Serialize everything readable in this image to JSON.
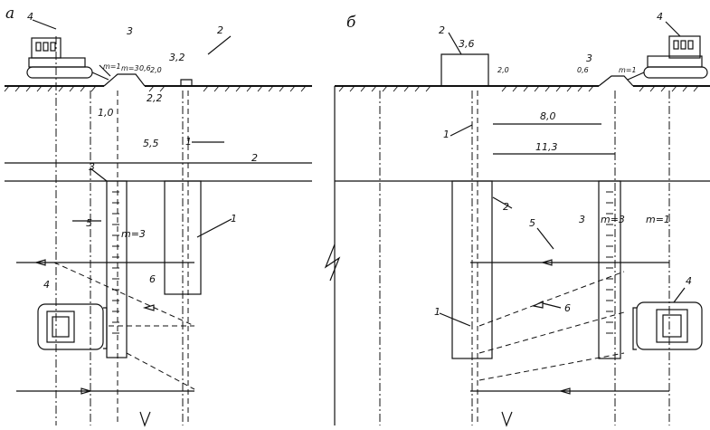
{
  "panels": {
    "a": {
      "letter": "а",
      "dims": {
        "d32": "3,2",
        "d10": "1,0",
        "d22": "2,2",
        "d55": "5,5",
        "d20": "2,0",
        "d06": "0,6"
      },
      "slope_top": "m=1",
      "slope_top2": "m=3",
      "slope_mid": "m=3",
      "labels": {
        "l1a": "1",
        "l1b": "1",
        "l2a": "2",
        "l2b": "2",
        "l3a": "3",
        "l3b": "3",
        "l4a": "4",
        "l4b": "4",
        "l5": "5",
        "l6": "6"
      }
    },
    "b": {
      "letter": "б",
      "dims": {
        "d36": "3,6",
        "d80": "8,0",
        "d113": "11,3",
        "d20": "2,0",
        "d06": "0,6"
      },
      "slope_top": "m=1",
      "slope_mid": "m=3",
      "slope_mid2": "m=1",
      "labels": {
        "l1a": "1",
        "l1b": "1",
        "l2a": "2",
        "l2b": "2",
        "l3a": "3",
        "l3b": "3",
        "l4a": "4",
        "l4b": "4",
        "l5": "5",
        "l6": "6"
      }
    }
  }
}
